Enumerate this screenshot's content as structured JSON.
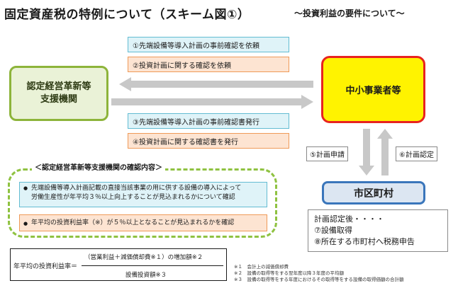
{
  "header": {
    "title": "固定資産税の特例について（スキーム図①）",
    "subtitle": "～投資利益の要件について～"
  },
  "nodes": {
    "support_org": [
      "認定経営革新等",
      "支援機関"
    ],
    "sme": "中小事業者等",
    "city": "市区町村"
  },
  "steps": {
    "s1": "①先端設備等導入計画の事前確認を依頼",
    "s2": "②投資計画に関する確認を依頼",
    "s3": "③先端設備等導入計画の事前確認書発行",
    "s4": "④投資計画に関する確認書を発行",
    "s5": "⑤計画申請",
    "s6": "⑥計画認定"
  },
  "check_section": {
    "label": "＜認定経営革新等支援機関の確認内容＞",
    "item1_line1": "先端設備等導入計画記載の直接当該事業の用に供する設備の導入によって",
    "item1_line2": "労働生産性が年平均３％以上向上することが見込まれるかについて確認",
    "item2": "年平均の投資利益率（※）が５％以上となることが見込まれるかを確認"
  },
  "after_approval": {
    "line1": "計画認定後・・・・",
    "line2": "⑦設備取得",
    "line3": "⑧所在する市町村へ税務申告"
  },
  "formula": {
    "lhs": "年平均の投資利益率＝",
    "numerator": "（営業利益＋減価償却費※１）の増加額※２",
    "denominator": "設備投資額※３"
  },
  "footnotes": {
    "n1": "※１　会計上の減価償却費",
    "n2": "※２　設備の取得等をする翌年度以降３年度の平均額",
    "n3": "※３　設備の取得等をする年度におけるその取得等をする設備の取得価額の合計額"
  },
  "colors": {
    "step_blue_fill": "#dff3f8",
    "step_orange_fill": "#fde4d2",
    "support_org_border": "#8db43a",
    "sme_fill": "#fff300",
    "sme_border": "#e8231f",
    "city_border": "#3a76bb"
  }
}
